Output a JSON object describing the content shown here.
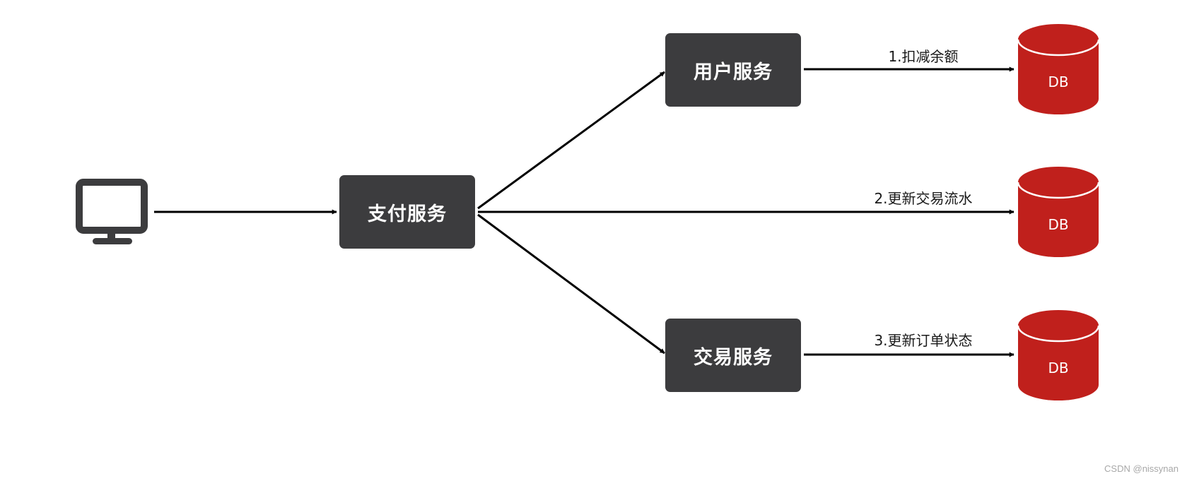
{
  "services": {
    "payment": "支付服务",
    "user": "用户服务",
    "trade": "交易服务"
  },
  "edges": {
    "deduct": "1.扣减余额",
    "flow": "2.更新交易流水",
    "order": "3.更新订单状态"
  },
  "databases": [
    "DB",
    "DB",
    "DB"
  ],
  "icons": {
    "client": "monitor-icon"
  },
  "colors": {
    "box": "#3c3c3e",
    "db": "#c0201c",
    "line": "#000000"
  },
  "watermark": "CSDN @nissynan"
}
